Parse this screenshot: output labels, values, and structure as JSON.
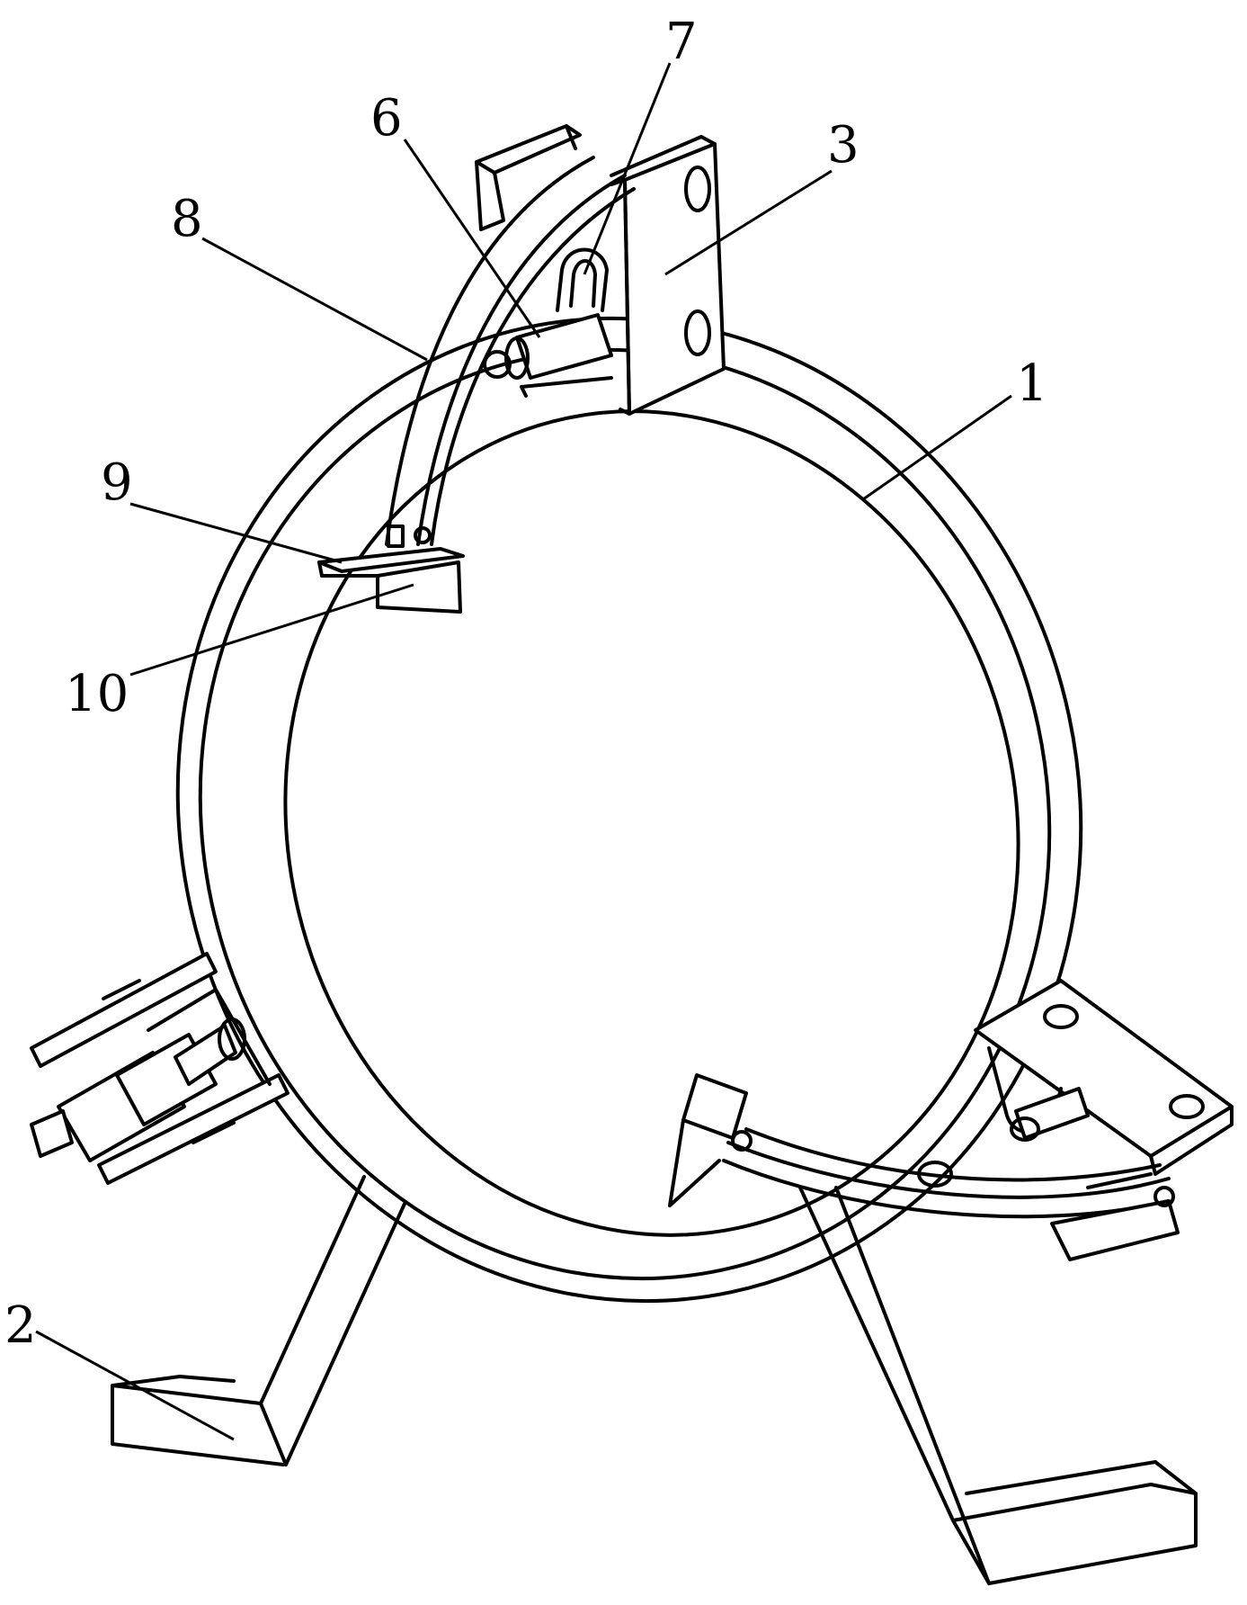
{
  "figure": {
    "labels": [
      {
        "id": "label-1",
        "text": "1"
      },
      {
        "id": "label-2",
        "text": "2"
      },
      {
        "id": "label-3",
        "text": "3"
      },
      {
        "id": "label-6",
        "text": "6"
      },
      {
        "id": "label-7",
        "text": "7"
      },
      {
        "id": "label-8",
        "text": "8"
      },
      {
        "id": "label-9",
        "text": "9"
      },
      {
        "id": "label-10",
        "text": "10"
      }
    ]
  },
  "colors": {
    "line": "#000000",
    "background": "#ffffff"
  }
}
